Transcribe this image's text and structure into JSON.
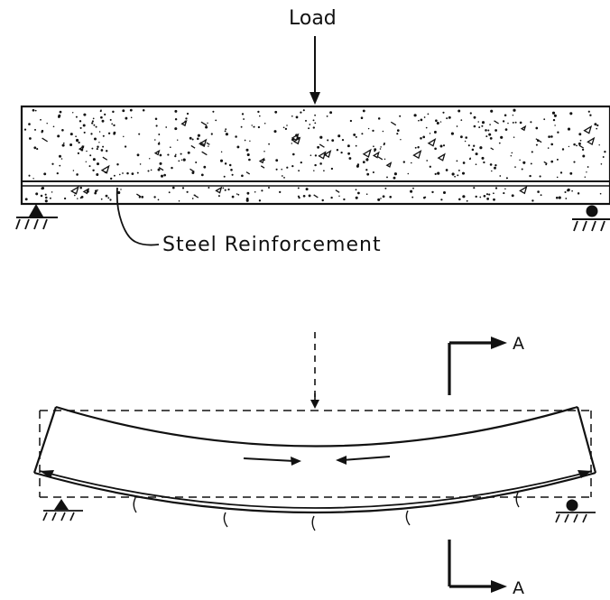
{
  "labels": {
    "load": "Load",
    "steel_reinforcement": "Steel Reinforcement",
    "section_top": "A",
    "section_bottom": "A"
  },
  "icons": [
    "load-arrow-icon",
    "pin-support-icon",
    "roller-support-icon",
    "ground-hatch-icon",
    "section-arrow-icon",
    "compression-arrow-icon",
    "tension-arrow-icon"
  ],
  "colors": {
    "ink": "#111111",
    "background": "#ffffff"
  }
}
